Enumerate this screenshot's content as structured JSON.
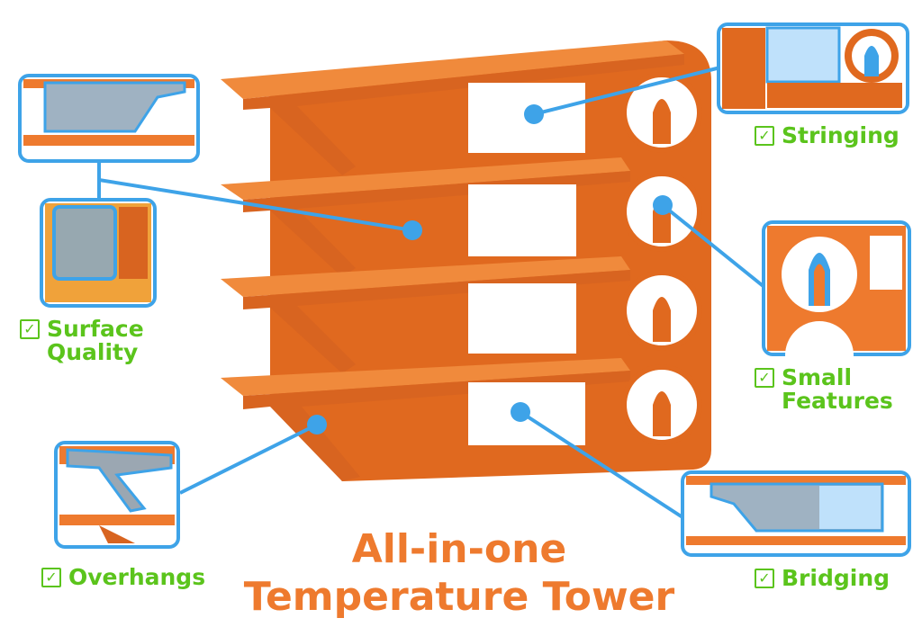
{
  "title": {
    "line1": "All-in-one",
    "line2": "Temperature Tower"
  },
  "features": [
    {
      "label": "Stringing"
    },
    {
      "label": "Small\nFeatures"
    },
    {
      "label": "Surface\nQuality"
    },
    {
      "label": "Overhangs"
    },
    {
      "label": "Bridging"
    }
  ],
  "colors": {
    "print_orange": "#ee7a2e",
    "print_shadow": "#c75d1c",
    "callout_blue": "#3ea3e8",
    "label_green": "#5bc41c"
  },
  "icons": {
    "check": "✓"
  }
}
